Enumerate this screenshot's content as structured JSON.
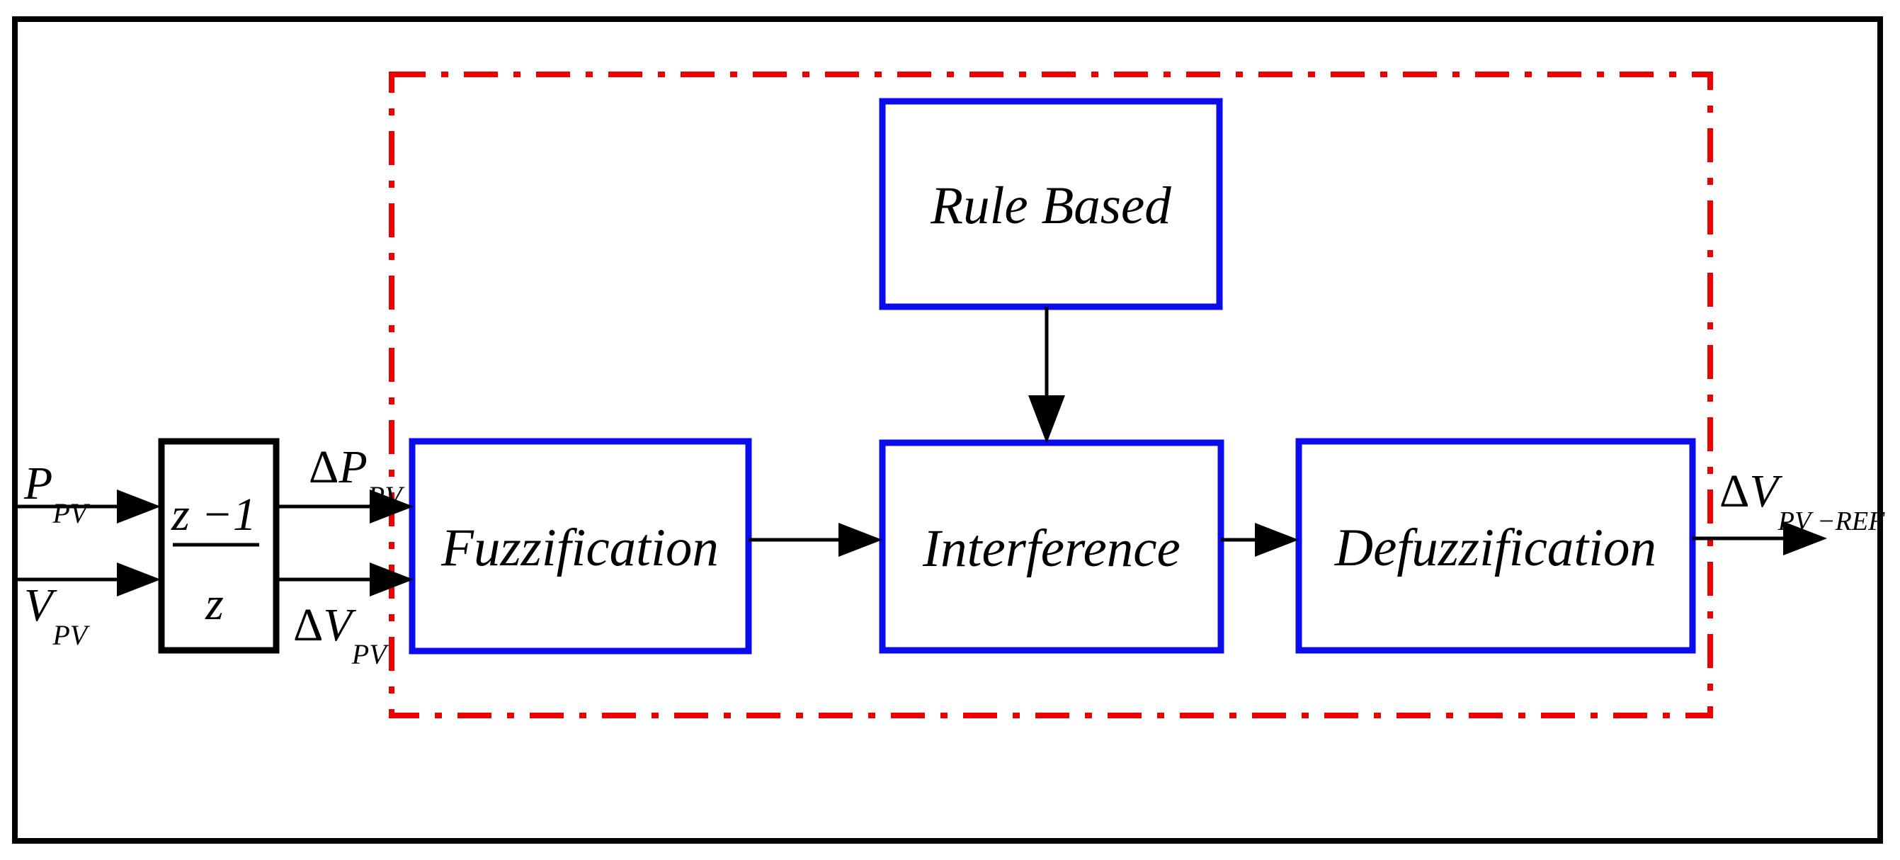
{
  "diagram": {
    "description": "Fuzzy logic controller block diagram",
    "colors": {
      "box_stroke": "#0b0bee",
      "dash_boundary": "#ee0000",
      "line": "#000000",
      "background": "#ffffff"
    },
    "blocks": {
      "derivative": {
        "numerator": "z −1",
        "denominator": "z"
      },
      "rule_based": {
        "label": "Rule Based"
      },
      "fuzzification": {
        "label": "Fuzzification"
      },
      "interference": {
        "label": "Interference"
      },
      "defuzzification": {
        "label": "Defuzzification"
      }
    },
    "signals": {
      "p_pv": {
        "main": "P",
        "sub": "PV"
      },
      "v_pv": {
        "main": "V",
        "sub": "PV"
      },
      "delta_p_pv": {
        "delta": "Δ",
        "main": "P",
        "sub": "PV"
      },
      "delta_v_pv": {
        "delta": "Δ",
        "main": "V",
        "sub": "PV"
      },
      "delta_v_pv_ref": {
        "delta": "Δ",
        "main": "V",
        "sub": "PV −REF"
      }
    }
  }
}
